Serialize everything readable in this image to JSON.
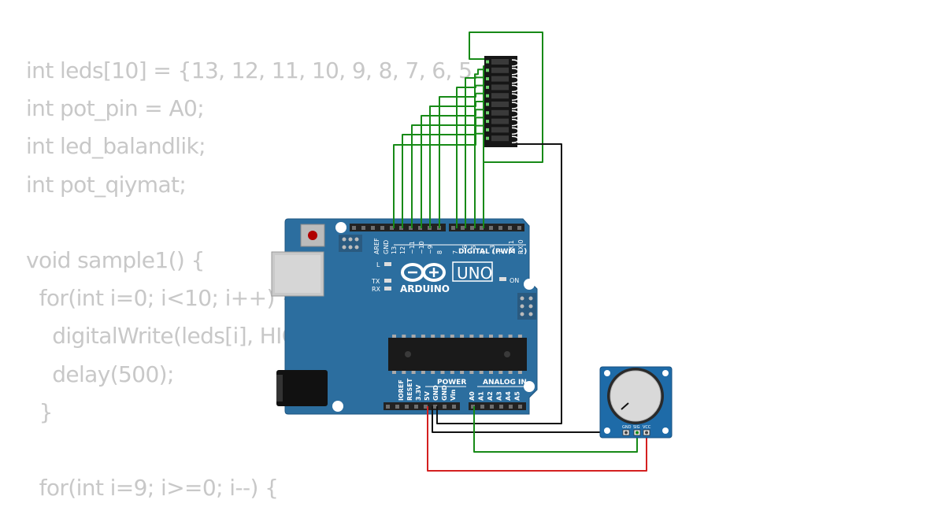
{
  "code_lines": [
    "int leds[10] = {13, 12, 11, 10, 9, 8, 7, 6, 5, 4};",
    "int pot_pin = A0;",
    "int led_balandlik;",
    "int pot_qiymat;",
    "",
    "void sample1() {",
    "  for(int i=0; i<10; i++) {",
    "    digitalWrite(leds[i], HIGH);",
    "    delay(500);",
    "  }",
    "",
    "  for(int i=9; i>=0; i--) {"
  ],
  "board": {
    "brand": "ARDUINO",
    "model": "UNO",
    "digital_label": "DIGITAL (PWM ~)",
    "power_label": "POWER",
    "analog_label": "ANALOG IN",
    "led_l": "L",
    "led_tx": "TX",
    "led_rx": "RX",
    "led_on": "ON",
    "digital_pins": [
      "AREF",
      "GND",
      "13",
      "12",
      "~11",
      "~10",
      "~9",
      "8",
      "7",
      "~6",
      "~5",
      "4",
      "~3",
      "2",
      "TX 1",
      "RX 0"
    ],
    "power_pins": [
      "IOREF",
      "RESET",
      "3.3V",
      "5V",
      "GND",
      "GND",
      "Vin"
    ],
    "analog_pins": [
      "A0",
      "A1",
      "A2",
      "A3",
      "A4",
      "A5"
    ]
  },
  "potentiometer": {
    "pins": [
      "GND",
      "SIG",
      "VCC"
    ]
  },
  "colors": {
    "board": "#2c6e9f",
    "wire_green": "#178a17",
    "wire_black": "#111111",
    "wire_red": "#d42020",
    "code_text": "#c8c8c8"
  }
}
